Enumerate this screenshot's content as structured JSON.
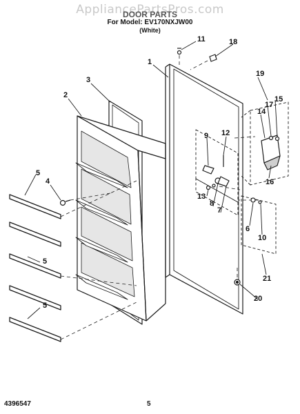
{
  "header": {
    "watermark": "AppliancePartsPros.com",
    "title": "DOOR PARTS",
    "model_line": "For Model: EV170NXJW00",
    "color_line": "(White)"
  },
  "callouts": [
    "1",
    "2",
    "3",
    "4",
    "5",
    "5",
    "5",
    "6",
    "7",
    "8",
    "9",
    "10",
    "11",
    "12",
    "13",
    "14",
    "15",
    "16",
    "17",
    "18",
    "19",
    "20",
    "21"
  ],
  "footer": {
    "doc_number": "4396547",
    "page_number": "5"
  }
}
